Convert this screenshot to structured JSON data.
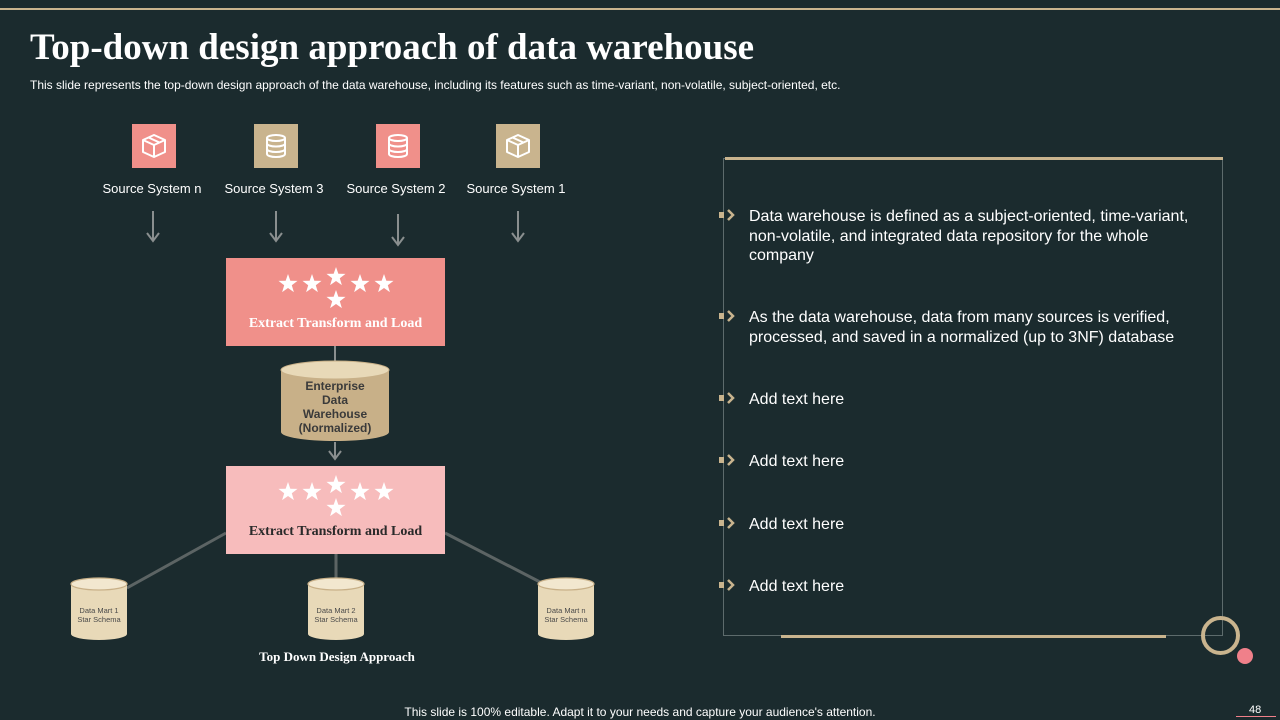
{
  "slide": {
    "title": "Top-down design approach of data warehouse",
    "subtitle": "This slide represents the top-down design approach of the data warehouse, including its features such as time-variant, non-volatile, subject-oriented, etc.",
    "footer": "This slide is 100% editable. Adapt it to your needs and capture your audience's attention.",
    "page_number": "48"
  },
  "diagram": {
    "sources": [
      {
        "label": "Source System n",
        "icon": "cube-icon",
        "color": "#f0908a"
      },
      {
        "label": "Source System 3",
        "icon": "database-icon",
        "color": "#c9b48e"
      },
      {
        "label": "Source System 2",
        "icon": "database-icon",
        "color": "#f0908a"
      },
      {
        "label": "Source System 1",
        "icon": "cube-icon",
        "color": "#c9b48e"
      }
    ],
    "etl_top": {
      "label": "Extract Transform and Load",
      "icon": "stars-icon"
    },
    "warehouse": {
      "lines": [
        "Enterprise",
        "Data",
        "Warehouse",
        "(Normalized)"
      ]
    },
    "etl_bottom": {
      "label": "Extract Transform and Load",
      "icon": "stars-icon"
    },
    "marts": [
      {
        "lines": [
          "Data Mart 1",
          "Star Schema"
        ]
      },
      {
        "lines": [
          "Data Mart 2",
          "Star Schema"
        ]
      },
      {
        "lines": [
          "Data Mart n",
          "Star Schema"
        ]
      }
    ],
    "caption": "Top Down Design Approach"
  },
  "panel": {
    "bullets": [
      "Data warehouse is defined as a subject-oriented, time-variant, non-volatile, and integrated data repository for the whole company",
      "As the data warehouse, data from many sources is verified, processed, and saved in a normalized (up to 3NF) database",
      "Add text here",
      "Add text here",
      "Add text here",
      "Add text here"
    ]
  },
  "colors": {
    "background": "#1b2b2e",
    "accent_gold": "#c9b48e",
    "accent_coral": "#f0908a",
    "accent_pink": "#f7bcbc",
    "cylinder": "#c8b088",
    "cylinder_light": "#e8d9b8"
  }
}
